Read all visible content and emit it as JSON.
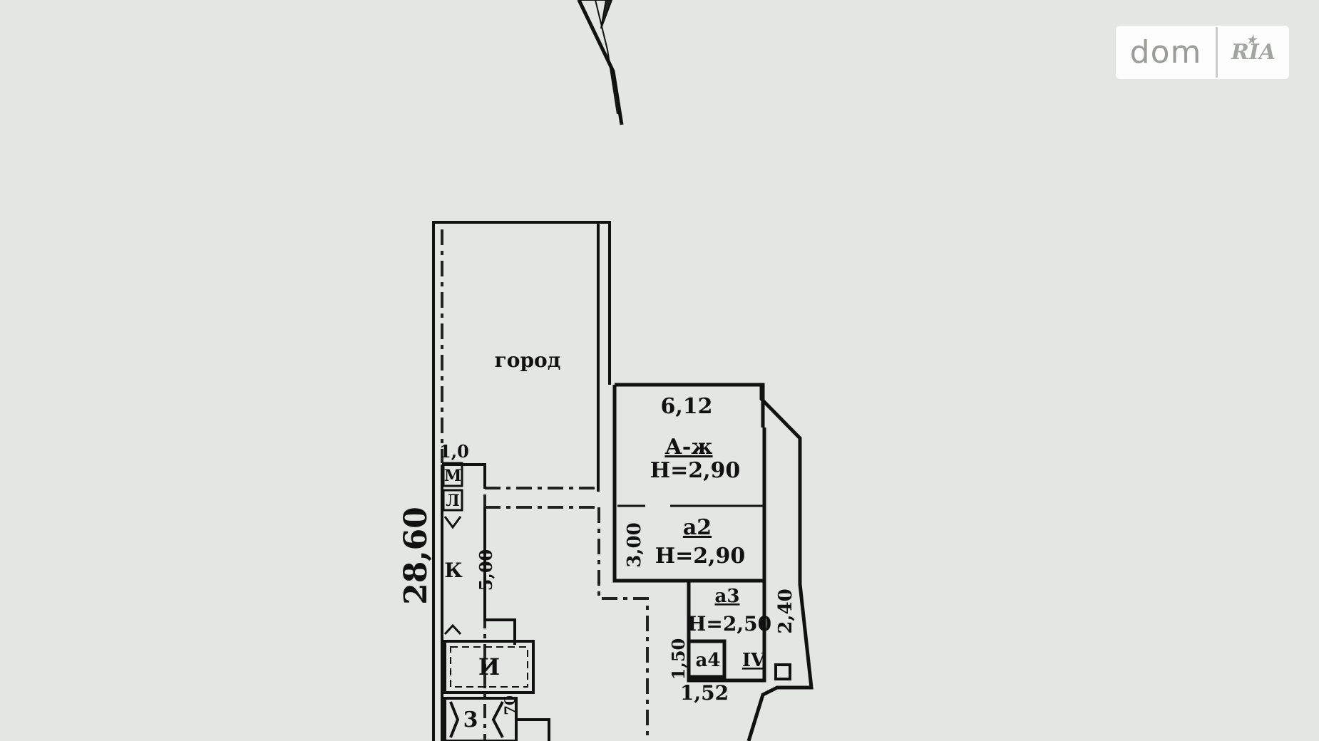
{
  "watermark": {
    "brand": "dom",
    "sub_brand": "RIA"
  },
  "plan": {
    "overall_length": "28,60",
    "labels": {
      "garden": "город",
      "area": "6,12",
      "building": "А-ж",
      "height_main": "Н=2,90",
      "room_a2": "а2",
      "height_a2": "Н=2,90",
      "room_a3": "а3",
      "height_a3": "Н=2,50",
      "room_a4": "а4",
      "section_iv": "IV",
      "letter_k": "К",
      "letter_i": "И",
      "letter_l": "Л",
      "letter_m": "М",
      "number_3": "3"
    },
    "dimensions": {
      "width_top": "1,0",
      "dim_500": "5,00",
      "dim_300": "3,00",
      "dim_240": "2,40",
      "dim_150": "1,50",
      "dim_152": "1,52",
      "dim_70": "70"
    }
  }
}
